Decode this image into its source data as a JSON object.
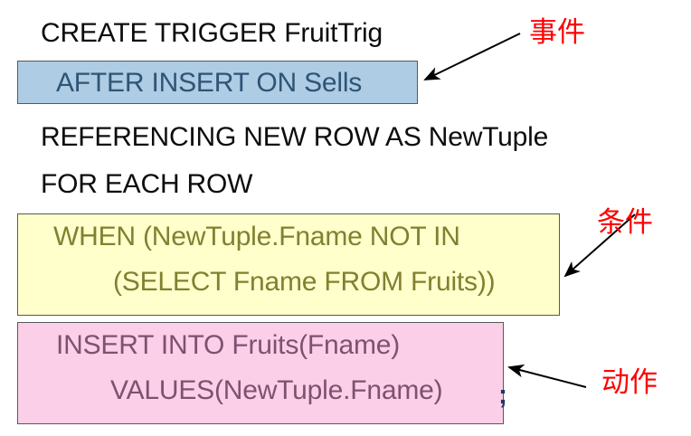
{
  "title": "SQL CREATE TRIGGER annotated diagram",
  "statement": {
    "line1": "CREATE TRIGGER FruitTrig",
    "line3": "REFERENCING NEW ROW AS NewTuple",
    "line4": "FOR EACH ROW"
  },
  "event_block": {
    "label": "AFTER INSERT ON Sells",
    "bg_color": "#AECCE4",
    "text_color": "#2F5475",
    "border_color": "#595959"
  },
  "condition_block": {
    "line1": "WHEN (NewTuple.Fname NOT IN",
    "line2": "(SELECT Fname FROM Fruits))",
    "bg_color": "#FFFFCC",
    "text_color": "#808030",
    "border_color": "#595959"
  },
  "action_block": {
    "line1": "INSERT INTO Fruits(Fname)",
    "line2": "VALUES(NewTuple.Fname)",
    "trailing_semicolon": ";",
    "bg_color": "#FBCFE8",
    "text_color": "#80506F",
    "border_color": "#595959"
  },
  "annotations": {
    "event": "事件",
    "condition": "条件",
    "action": "动作",
    "color": "#FF0000"
  }
}
